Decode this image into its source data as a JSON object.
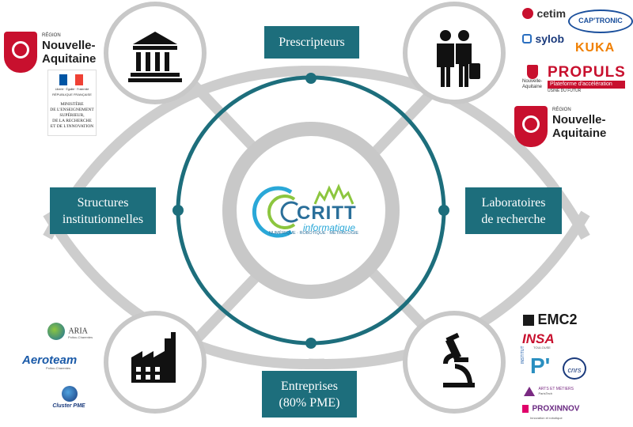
{
  "diagram": {
    "labels": {
      "top": "Prescripteurs",
      "left_1": "Structures",
      "left_2": "institutionnelles",
      "right_1": "Laboratoires",
      "right_2": "de recherche",
      "bottom_1": "Entreprises",
      "bottom_2": "(80% PME)"
    },
    "center_logo": {
      "name": "CRITT",
      "sub": "informatique",
      "tagline": "NUMÉRIQUE · ROBOTIQUE · MÉTROLOGIE"
    },
    "colors": {
      "teal": "#1d6e7c",
      "ring": "#cccccc",
      "icon": "#111111",
      "region_red": "#c8102e"
    },
    "icons": [
      "institution-icon",
      "business-people-icon",
      "factory-icon",
      "microscope-icon"
    ]
  },
  "logos_top_left": {
    "region_1": "RÉGION",
    "region_2": "Nouvelle-",
    "region_3": "Aquitaine",
    "rf_text": "Liberté · Égalité · Fraternité",
    "rf_republic": "RÉPUBLIQUE FRANÇAISE",
    "ministry_1": "MINISTÈRE",
    "ministry_2": "DE L'ENSEIGNEMENT",
    "ministry_3": "SUPÉRIEUR,",
    "ministry_4": "DE LA RECHERCHE",
    "ministry_5": "ET DE L'INNOVATION"
  },
  "logos_top_right": {
    "cetim": "cetim",
    "captronic": "CAP'TRONIC",
    "sylob": "sylob",
    "kuka": "KUKA",
    "propuls": "PROPULS",
    "propuls_sub": "Plateforme d'accélération",
    "propuls_sub2": "USINE DU FUTUR",
    "na_small_1": "Nouvelle-",
    "na_small_2": "Aquitaine",
    "region_1": "RÉGION",
    "region_2": "Nouvelle-",
    "region_3": "Aquitaine"
  },
  "logos_bottom_left": {
    "aria": "ARIA",
    "aria_sub": "Poitou-Charentes",
    "aeroteam": "Aeroteam",
    "aeroteam_sub": "Poitou-Charentes",
    "cluster": "Cluster PME"
  },
  "logos_bottom_right": {
    "emc2": "EMC2",
    "insa": "INSA",
    "insa_sub": "TOULOUSE",
    "institut": "INSTITUT",
    "pprime": "P'",
    "cnrs": "cnrs",
    "arts": "ARTS ET MÉTIERS",
    "arts_sub": "ParisTech",
    "proxinnov": "PROXINNOV",
    "proxinnov_sub": "Innovation et robotique"
  }
}
